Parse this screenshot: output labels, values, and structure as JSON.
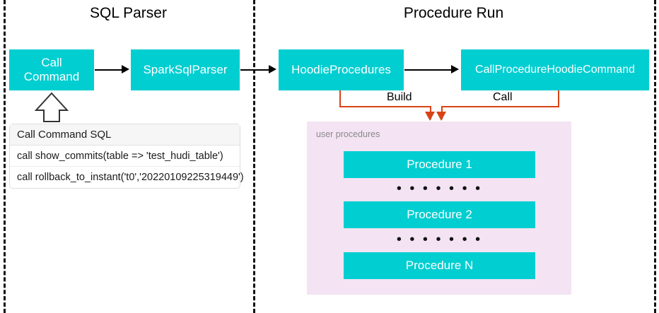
{
  "diagram": {
    "title_left": "SQL Parser",
    "title_right": "Procedure Run",
    "colors": {
      "teal": "#00CED1",
      "panel_purple": "#F3E3F3",
      "connector_orange": "#D84315",
      "divider": "#111111"
    }
  },
  "nodes": {
    "call_command": "Call\nCommand",
    "call_command_line1": "Call",
    "call_command_line2": "Command",
    "spark_sql_parser": "SparkSqlParser",
    "hoodie_procedures": "HoodieProcedures",
    "call_procedure_hoodie_command": "CallProcedureHoodieCommand"
  },
  "sql_table": {
    "header": "Call Command SQL",
    "rows": [
      "call show_commits(table => 'test_hudi_table')",
      "call rollback_to_instant('t0','20220109225319449')"
    ]
  },
  "connectors": {
    "build_label": "Build",
    "call_label": "Call"
  },
  "procedures_panel": {
    "caption": "user procedures",
    "items": [
      "Procedure 1",
      "Procedure 2",
      "Procedure N"
    ],
    "ellipsis": "• • • • • • •"
  }
}
